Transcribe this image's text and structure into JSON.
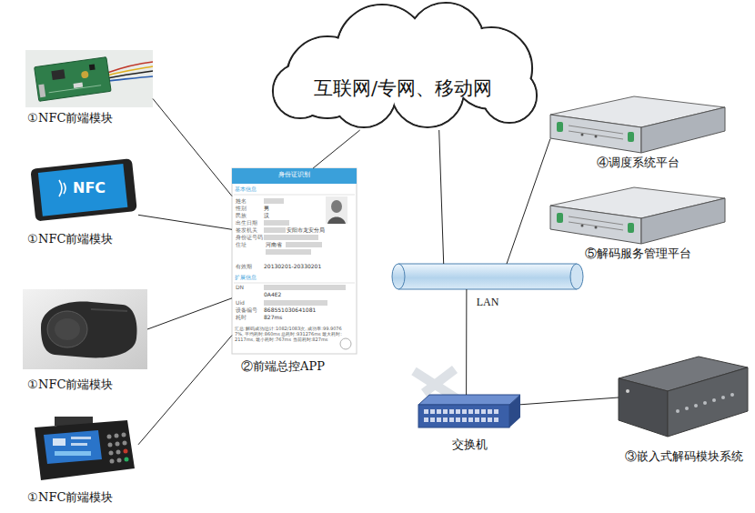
{
  "diagram": {
    "nodes": [
      {
        "text": [
          "①NFC前端模块"
        ]
      },
      {
        "text": [
          "①NFC前端模块"
        ]
      },
      {
        "text": [
          "①NFC前端模块"
        ]
      },
      {
        "text": [
          "①NFC前端模块"
        ]
      },
      {
        "text": [
          "互联网/专网、移动网"
        ]
      },
      {
        "text": [
          "②前端总控APP"
        ]
      },
      {
        "text": [
          "④调度系统平台"
        ]
      },
      {
        "text": [
          "⑤解码服务管理平台"
        ]
      },
      {
        "text": [
          "LAN"
        ]
      },
      {
        "text": [
          "交换机"
        ]
      },
      {
        "text": [
          "③嵌入式解码模块系统"
        ]
      }
    ],
    "edges": [
      {
        "from": 0,
        "to": 5,
        "arrow": "none"
      },
      {
        "from": 1,
        "to": 5,
        "arrow": "none"
      },
      {
        "from": 2,
        "to": 5,
        "arrow": "none"
      },
      {
        "from": 3,
        "to": 5,
        "arrow": "none"
      },
      {
        "from": 5,
        "to": 4,
        "arrow": "none"
      },
      {
        "from": 4,
        "to": 8,
        "arrow": "none"
      },
      {
        "from": 6,
        "to": 8,
        "arrow": "none"
      },
      {
        "from": 8,
        "to": 9,
        "arrow": "none"
      },
      {
        "from": 9,
        "to": 10,
        "arrow": "none"
      }
    ],
    "labels": [
      "NFC",
      "身份证识别",
      "基本信息",
      "姓名",
      "性别",
      "男",
      "民族",
      "汉",
      "出生日期",
      "签发机关",
      "安阳市龙安分局",
      "身份证号码",
      "住址",
      "河南省",
      "有效期",
      "20130201-20330201",
      "扩展信息",
      "DN",
      "0A4E2",
      "Uid",
      "设备编号",
      "868551030641081",
      "耗时",
      "827ms",
      "汇总:解码成功/总计:1082/1083次, 成功率:99.90767%, 平均耗时:860ms 总耗时:931276ms 最大耗时:2117ms, 最小耗时:767ms 当前耗时:827ms"
    ]
  }
}
